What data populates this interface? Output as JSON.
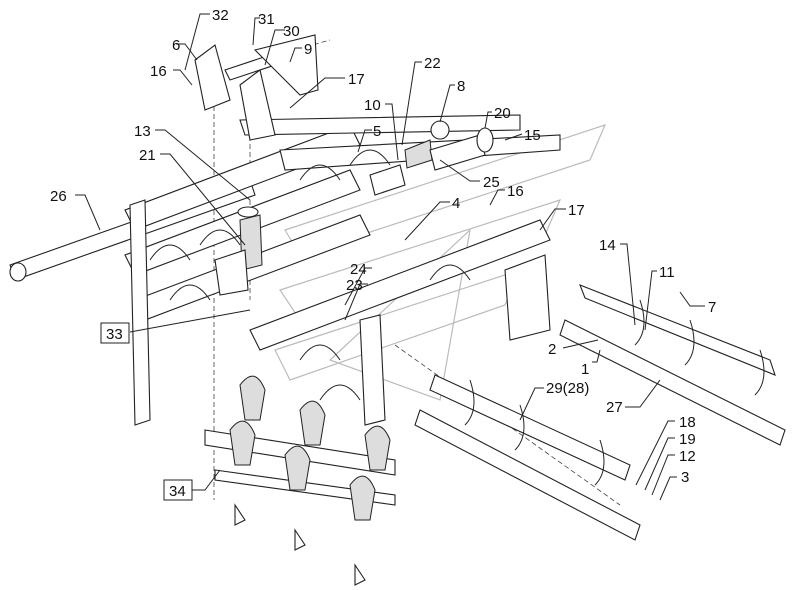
{
  "diagram": {
    "labels": [
      "32",
      "31",
      "6",
      "30",
      "9",
      "16",
      "17",
      "22",
      "8",
      "10",
      "20",
      "5",
      "15",
      "13",
      "21",
      "25",
      "26",
      "16",
      "4",
      "17",
      "14",
      "11",
      "7",
      "24",
      "23",
      "33",
      "2",
      "1",
      "29(28)",
      "27",
      "18",
      "19",
      "12",
      "3",
      "34"
    ],
    "boxed_labels": [
      "33",
      "34"
    ]
  }
}
